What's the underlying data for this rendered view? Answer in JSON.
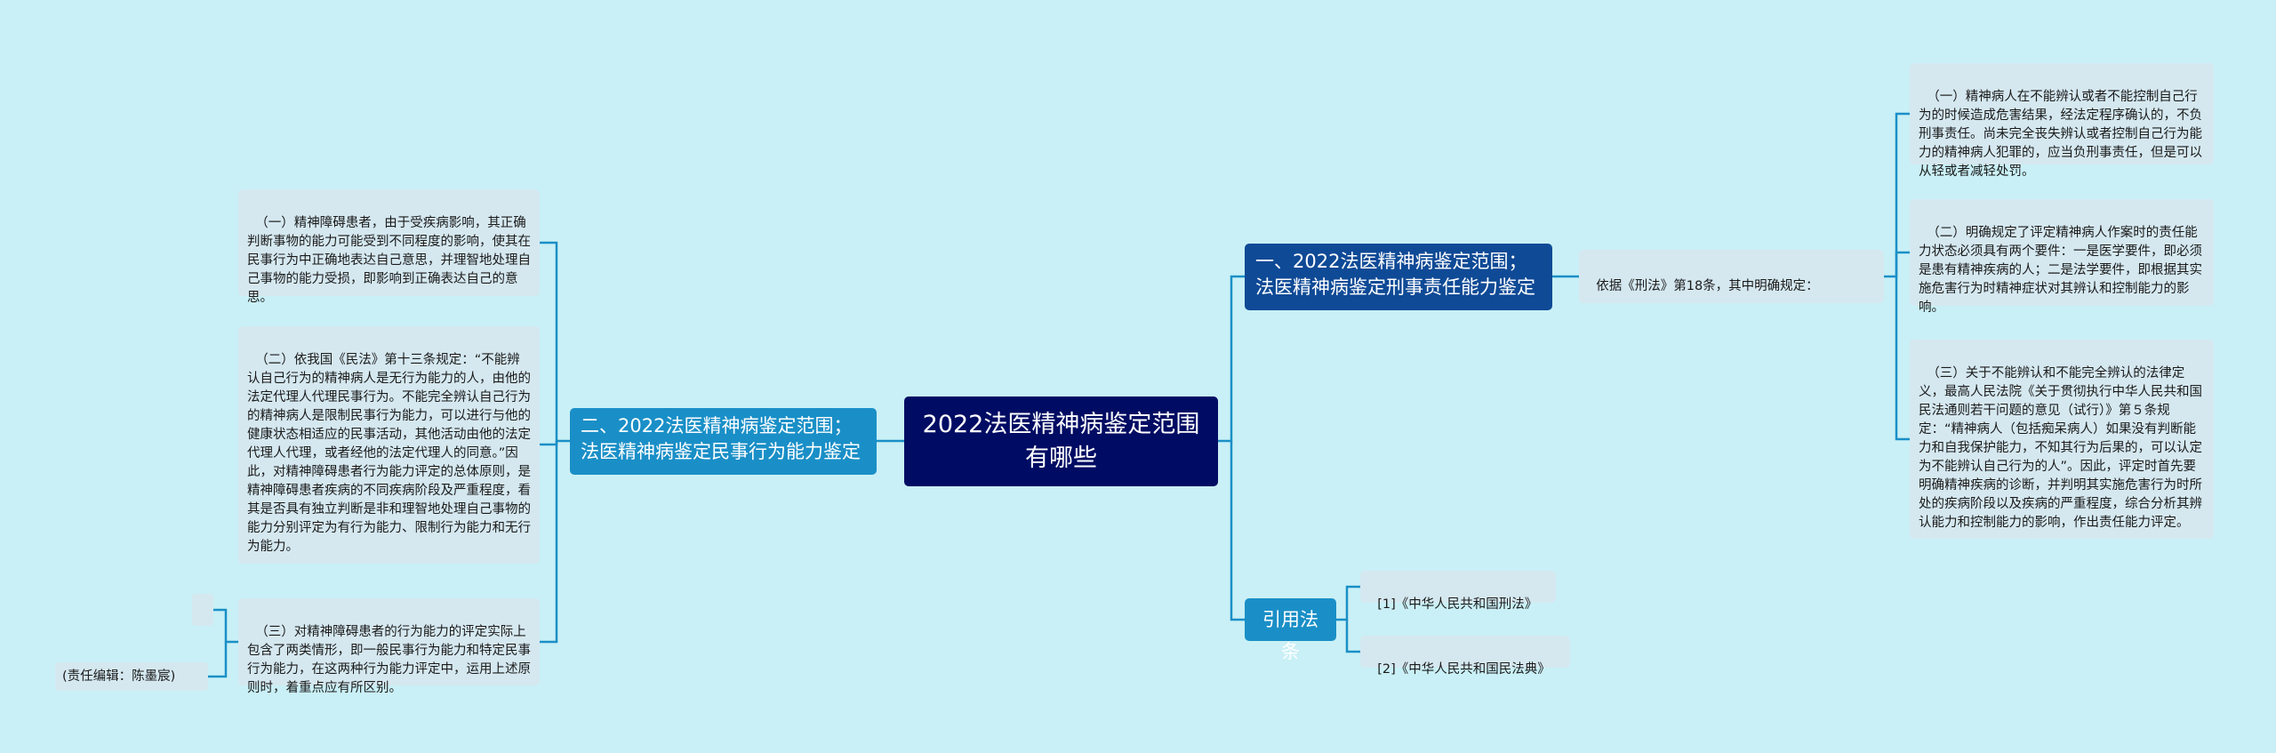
{
  "root": {
    "title": "2022法医精神病鉴定范围有哪些"
  },
  "branch1": {
    "label": "一、2022法医精神病鉴定范围；法医精神病鉴定刑事责任能力鉴定",
    "intro": "依据《刑法》第18条，其中明确规定：",
    "items": [
      "（一）精神病人在不能辨认或者不能控制自己行为的时候造成危害结果，经法定程序确认的，不负刑事责任。尚未完全丧失辨认或者控制自己行为能力的精神病人犯罪的，应当负刑事责任，但是可以从轻或者减轻处罚。",
      "（二）明确规定了评定精神病人作案时的责任能力状态必须具有两个要件：一是医学要件，即必须是患有精神疾病的人；二是法学要件，即根据其实施危害行为时精神症状对其辨认和控制能力的影响。",
      "（三）关于不能辨认和不能完全辨认的法律定义，最高人民法院《关于贯彻执行中华人民共和国民法通则若干问题的意见（试行）》第５条规定：“精神病人（包括痴呆病人）如果没有判断能力和自我保护能力，不知其行为后果的，可以认定为不能辨认自己行为的人”。因此，评定时首先要明确精神疾病的诊断，并判明其实施危害行为时所处的疾病阶段以及疾病的严重程度，综合分析其辨认能力和控制能力的影响，作出责任能力评定。"
    ]
  },
  "branch2": {
    "label": "二、2022法医精神病鉴定范围；法医精神病鉴定民事行为能力鉴定",
    "items": [
      "（一）精神障碍患者，由于受疾病影响，其正确判断事物的能力可能受到不同程度的影响，使其在民事行为中正确地表达自己意思，并理智地处理自己事物的能力受损，即影响到正确表达自己的意思。",
      "（二）依我国《民法》第十三条规定：“不能辨认自己行为的精神病人是无行为能力的人，由他的法定代理人代理民事行为。不能完全辨认自己行为的精神病人是限制民事行为能力，可以进行与他的健康状态相适应的民事活动，其他活动由他的法定代理人代理，或者经他的法定代理人的同意。”因此，对精神障碍患者行为能力评定的总体原则，是精神障碍患者疾病的不同疾病阶段及严重程度，看其是否具有独立判断是非和理智地处理自己事物的能力分别评定为有行为能力、限制行为能力和无行为能力。",
      "（三）对精神障碍患者的行为能力的评定实际上包含了两类情形，即一般民事行为能力和特定民事行为能力，在这两种行为能力评定中，运用上述原则时，着重点应有所区别。"
    ],
    "editor": "(责任编辑：陈墨宸)"
  },
  "branch3": {
    "label": "引用法条",
    "items": [
      "[1]《中华人民共和国刑法》",
      "[2]《中华人民共和国民法典》"
    ]
  },
  "colors": {
    "root": "#000c63",
    "branch_dark": "#0f4a96",
    "branch_light": "#1a8fc7",
    "leaf": "#d5e8f0",
    "background": "#c9f0f6"
  }
}
